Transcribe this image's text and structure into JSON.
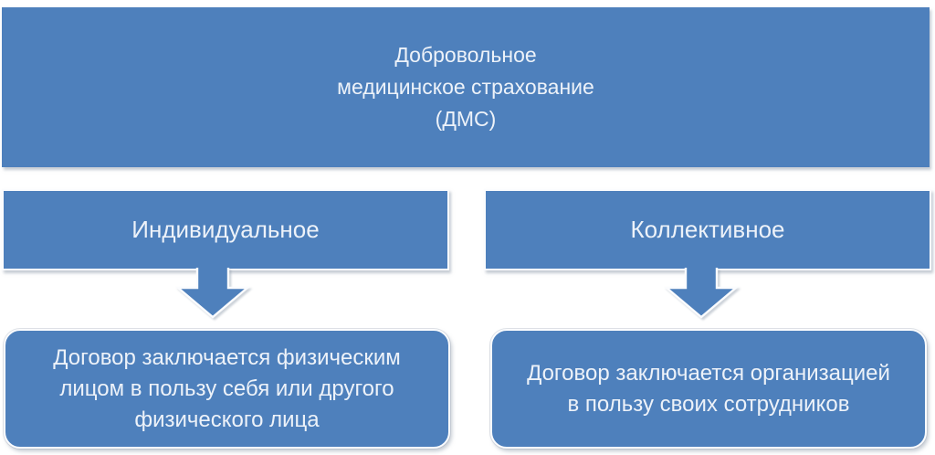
{
  "colors": {
    "box_fill": "#4e80bc",
    "text_color": "#edf2f9",
    "outline_color": "#fbfcfe",
    "background": "#ffffff"
  },
  "root_box": {
    "label": "Добровольное\nмедицинское страхование\n(ДМС)"
  },
  "branches": [
    {
      "id": "individual",
      "label": "Индивидуальное",
      "description": "Договор заключается физическим\nлицом в пользу себя или другого\nфизического лица"
    },
    {
      "id": "collective",
      "label": "Коллективное",
      "description": "Договор заключается организацией\nв пользу своих сотрудников"
    }
  ]
}
